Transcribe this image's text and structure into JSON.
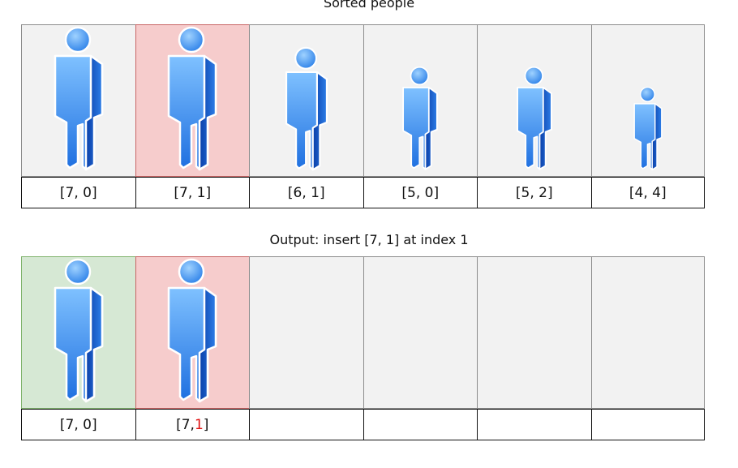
{
  "titles": {
    "top": "Sorted people",
    "middle": "Output: insert [7, 1] at index 1"
  },
  "colors": {
    "cell_bg": "#f2f2f2",
    "highlight_red": "#f6cccc",
    "highlight_green": "#d6e8d4",
    "person_blue": "#1e73e8",
    "emphasis_text": "#e01010"
  },
  "sorted_people": [
    {
      "label": "[7, 0]",
      "height": 7,
      "highlight": "none"
    },
    {
      "label": "[7, 1]",
      "height": 7,
      "highlight": "red"
    },
    {
      "label": "[6, 1]",
      "height": 6,
      "highlight": "none"
    },
    {
      "label": "[5, 0]",
      "height": 5,
      "highlight": "none"
    },
    {
      "label": "[5, 2]",
      "height": 5,
      "highlight": "none"
    },
    {
      "label": "[4, 4]",
      "height": 4,
      "highlight": "none"
    }
  ],
  "output": [
    {
      "label_prefix": "[7, 0]",
      "label_emph": "",
      "label_suffix": "",
      "height": 7,
      "highlight": "green"
    },
    {
      "label_prefix": "[7, ",
      "label_emph": "1",
      "label_suffix": "]",
      "height": 7,
      "highlight": "red"
    },
    {
      "label_prefix": "",
      "label_emph": "",
      "label_suffix": "",
      "height": null,
      "highlight": "none"
    },
    {
      "label_prefix": "",
      "label_emph": "",
      "label_suffix": "",
      "height": null,
      "highlight": "none"
    },
    {
      "label_prefix": "",
      "label_emph": "",
      "label_suffix": "",
      "height": null,
      "highlight": "none"
    },
    {
      "label_prefix": "",
      "label_emph": "",
      "label_suffix": "",
      "height": null,
      "highlight": "none"
    }
  ]
}
